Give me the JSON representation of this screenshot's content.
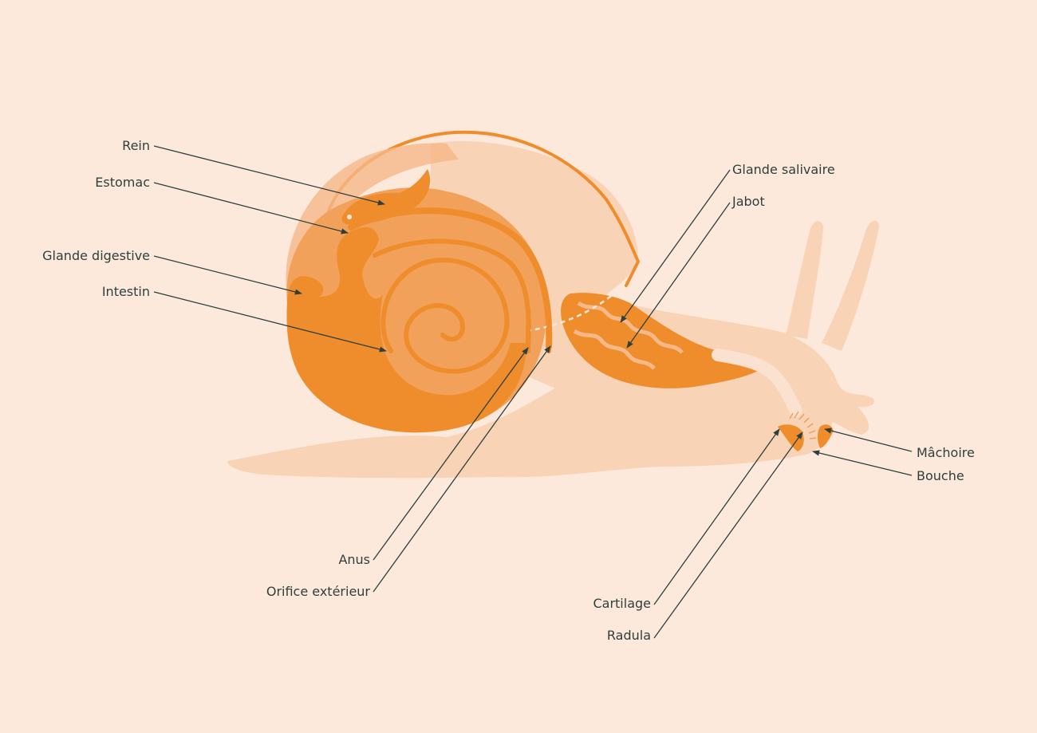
{
  "colors": {
    "background": "#fde9dc",
    "body_light": "#f8d3b6",
    "body_mid": "#f5b888",
    "organ_mid": "#f2a15a",
    "organ_dark": "#ef8d2c",
    "line": "#2e3f3c"
  },
  "labels": {
    "rein": "Rein",
    "estomac": "Estomac",
    "glande_digestive": "Glande digestive",
    "intestin": "Intestin",
    "glande_salivaire": "Glande salivaire",
    "jabot": "Jabot",
    "machoire": "Mâchoire",
    "bouche": "Bouche",
    "anus": "Anus",
    "orifice_exterieur": "Orifice extérieur",
    "cartilage": "Cartilage",
    "radula": "Radula"
  }
}
